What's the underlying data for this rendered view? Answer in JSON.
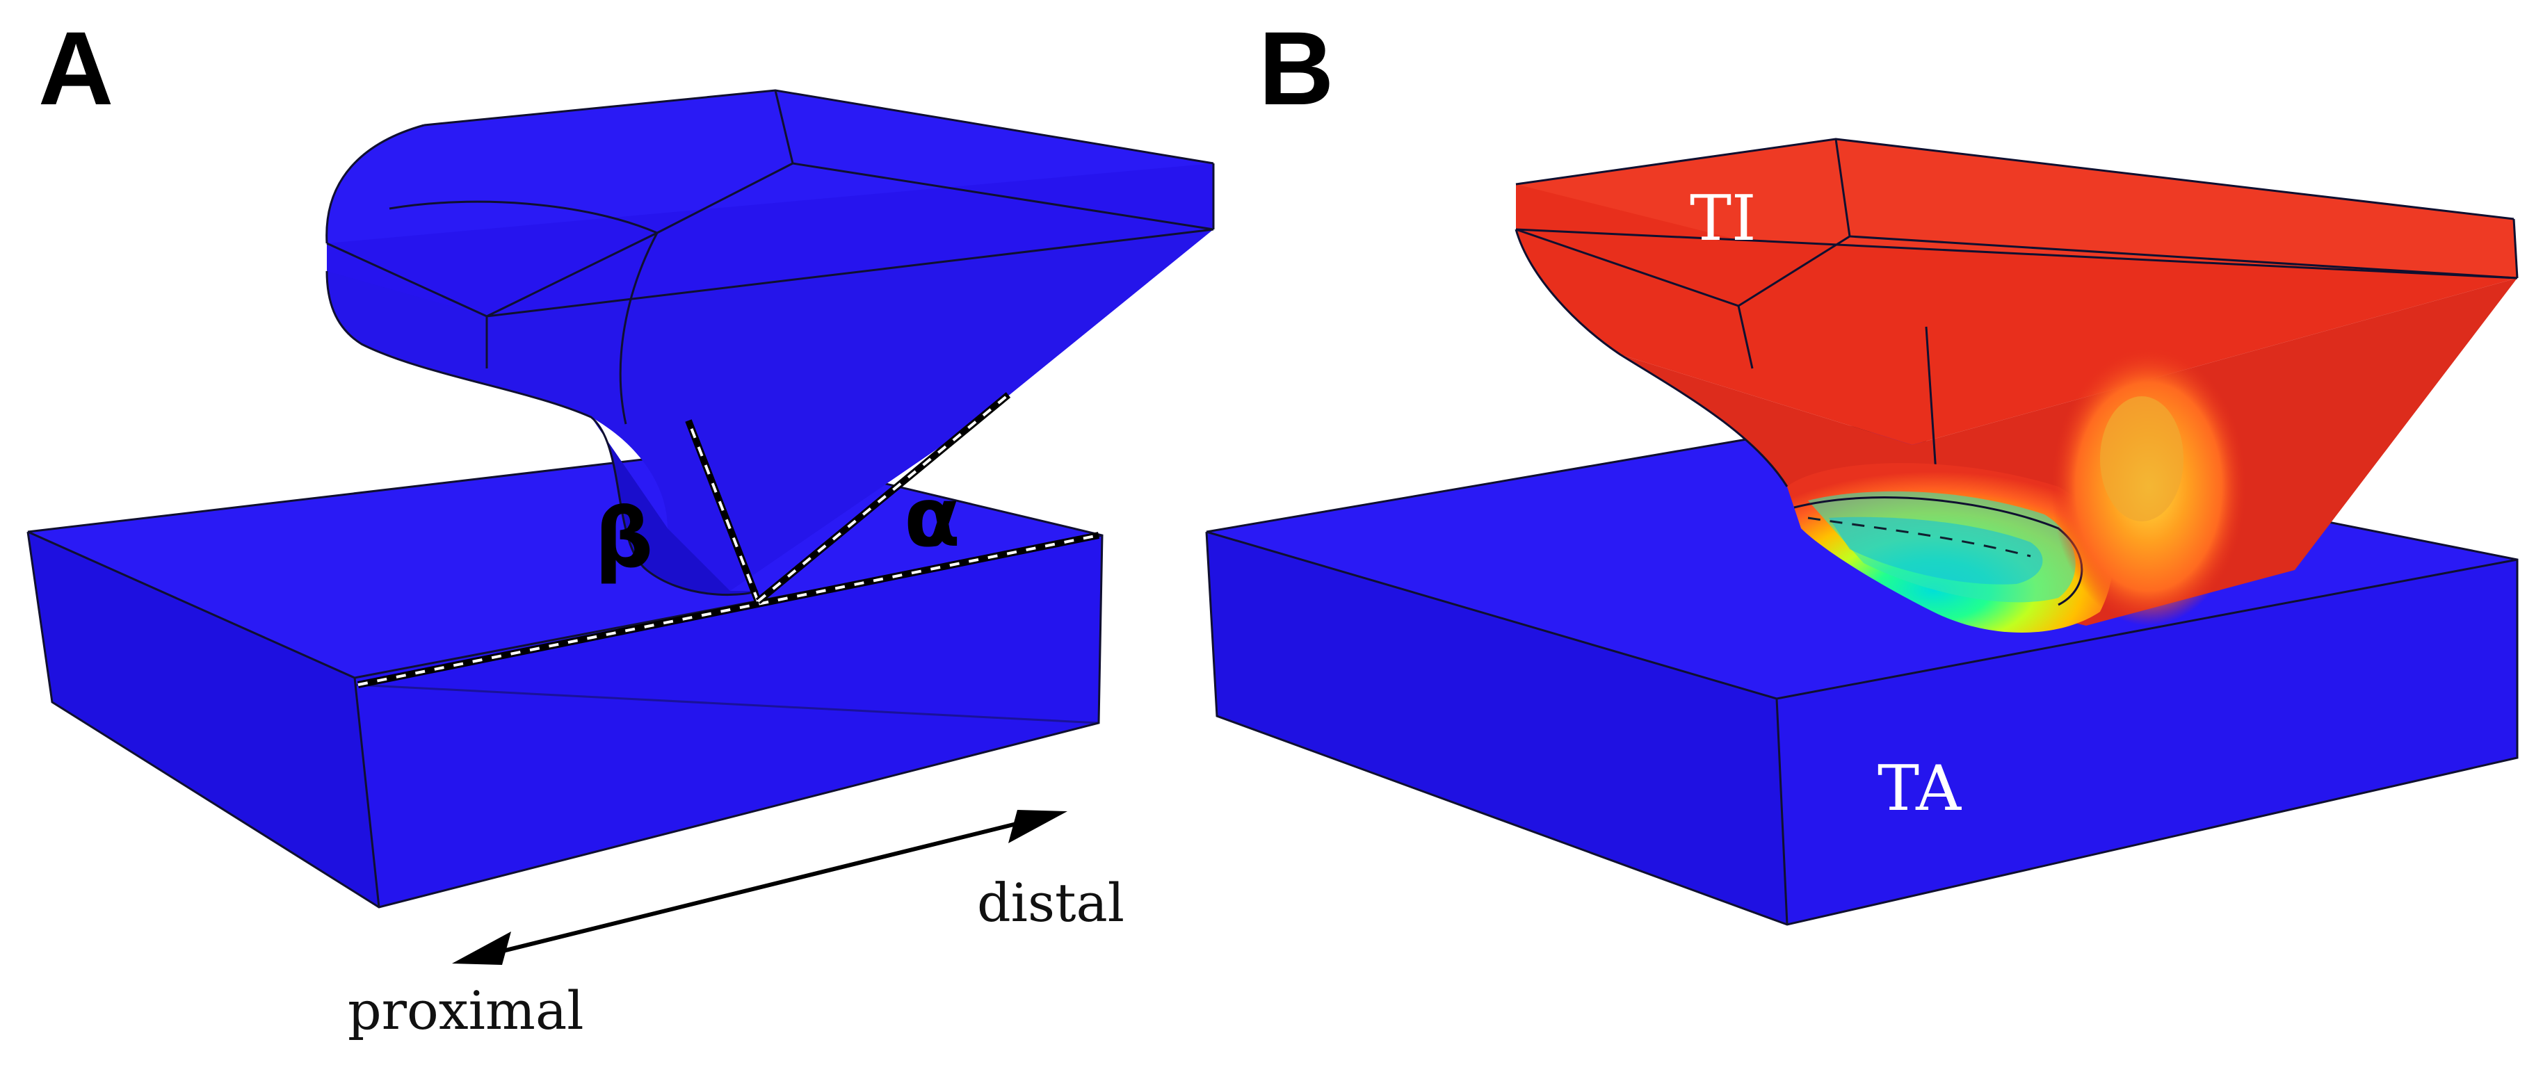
{
  "panels": [
    {
      "letter": "A",
      "angle_labels": [
        "β",
        "α"
      ],
      "direction": {
        "proximal": "proximal",
        "distal": "distal"
      }
    },
    {
      "letter": "B",
      "region_labels": {
        "upper": "TI",
        "lower": "TA"
      }
    }
  ],
  "colors": {
    "block_blue": "#1f12f0",
    "block_blue_dark": "#1a10c8",
    "contact_red": "#e8321e",
    "contour_scale": [
      "#0000ff",
      "#00c8ff",
      "#00ff80",
      "#c8ff00",
      "#ffb000",
      "#ff4000",
      "#e8321e"
    ]
  }
}
